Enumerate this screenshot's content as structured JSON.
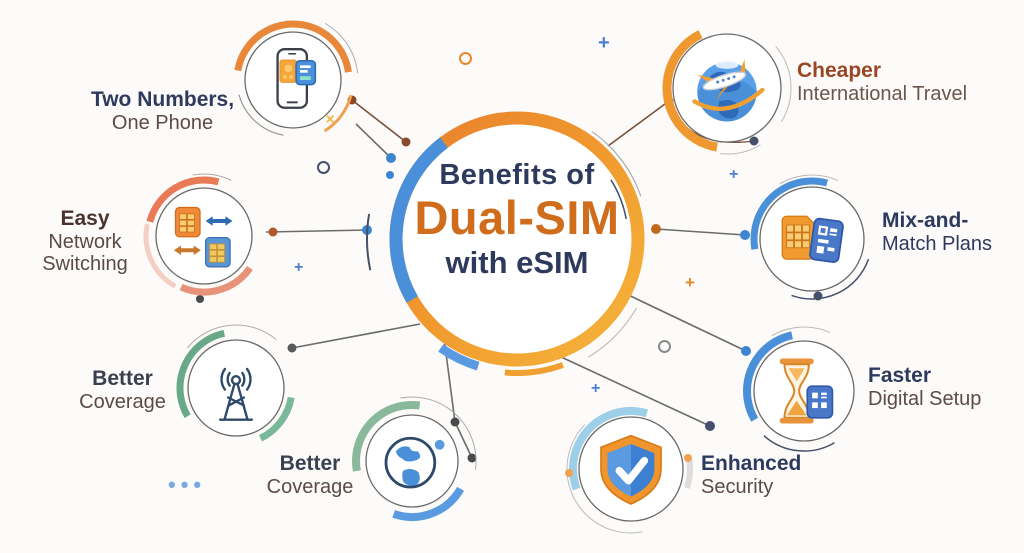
{
  "title": "Benefits of Dual-SIM with eSIM",
  "center": {
    "line1": "Benefits of",
    "line2": "Dual-SIM",
    "line3": "with eSIM"
  },
  "nodes": [
    {
      "name": "two-numbers-one-phone",
      "icon": "dual-sim-phone-icon",
      "line1": "Two Numbers,",
      "line2": "One Phone"
    },
    {
      "name": "easy-network-switching",
      "icon": "sim-swap-icon",
      "line1": "Easy",
      "line2": "Network",
      "line3": "Switching"
    },
    {
      "name": "better-coverage-tower",
      "icon": "signal-tower-icon",
      "line1": "Better",
      "line2": "Coverage"
    },
    {
      "name": "better-coverage-globe",
      "icon": "globe-icon",
      "line1": "Better",
      "line2": "Coverage"
    },
    {
      "name": "enhanced-security",
      "icon": "shield-check-icon",
      "line1": "Enhanced",
      "line2": "Security"
    },
    {
      "name": "faster-digital-setup",
      "icon": "hourglass-esim-icon",
      "line1": "Faster",
      "line2": "Digital Setup"
    },
    {
      "name": "mix-and-match-plans",
      "icon": "sim-esim-icon",
      "line1": "Mix-and-",
      "line2": "Match Plans"
    },
    {
      "name": "cheaper-international-travel",
      "icon": "globe-plane-icon",
      "line1": "Cheaper",
      "line2": "International Travel"
    }
  ],
  "colors": {
    "navy_text": "#2d3a5e",
    "orange_title": "#cf6d1d",
    "ring_orange": "#f09a2e",
    "ring_blue": "#4a8fd9",
    "brown_text": "#5d4a44",
    "maroon_text": "#9a4524",
    "green_arc": "#6aa88a",
    "light_blue_arc": "#9ecfe8"
  }
}
